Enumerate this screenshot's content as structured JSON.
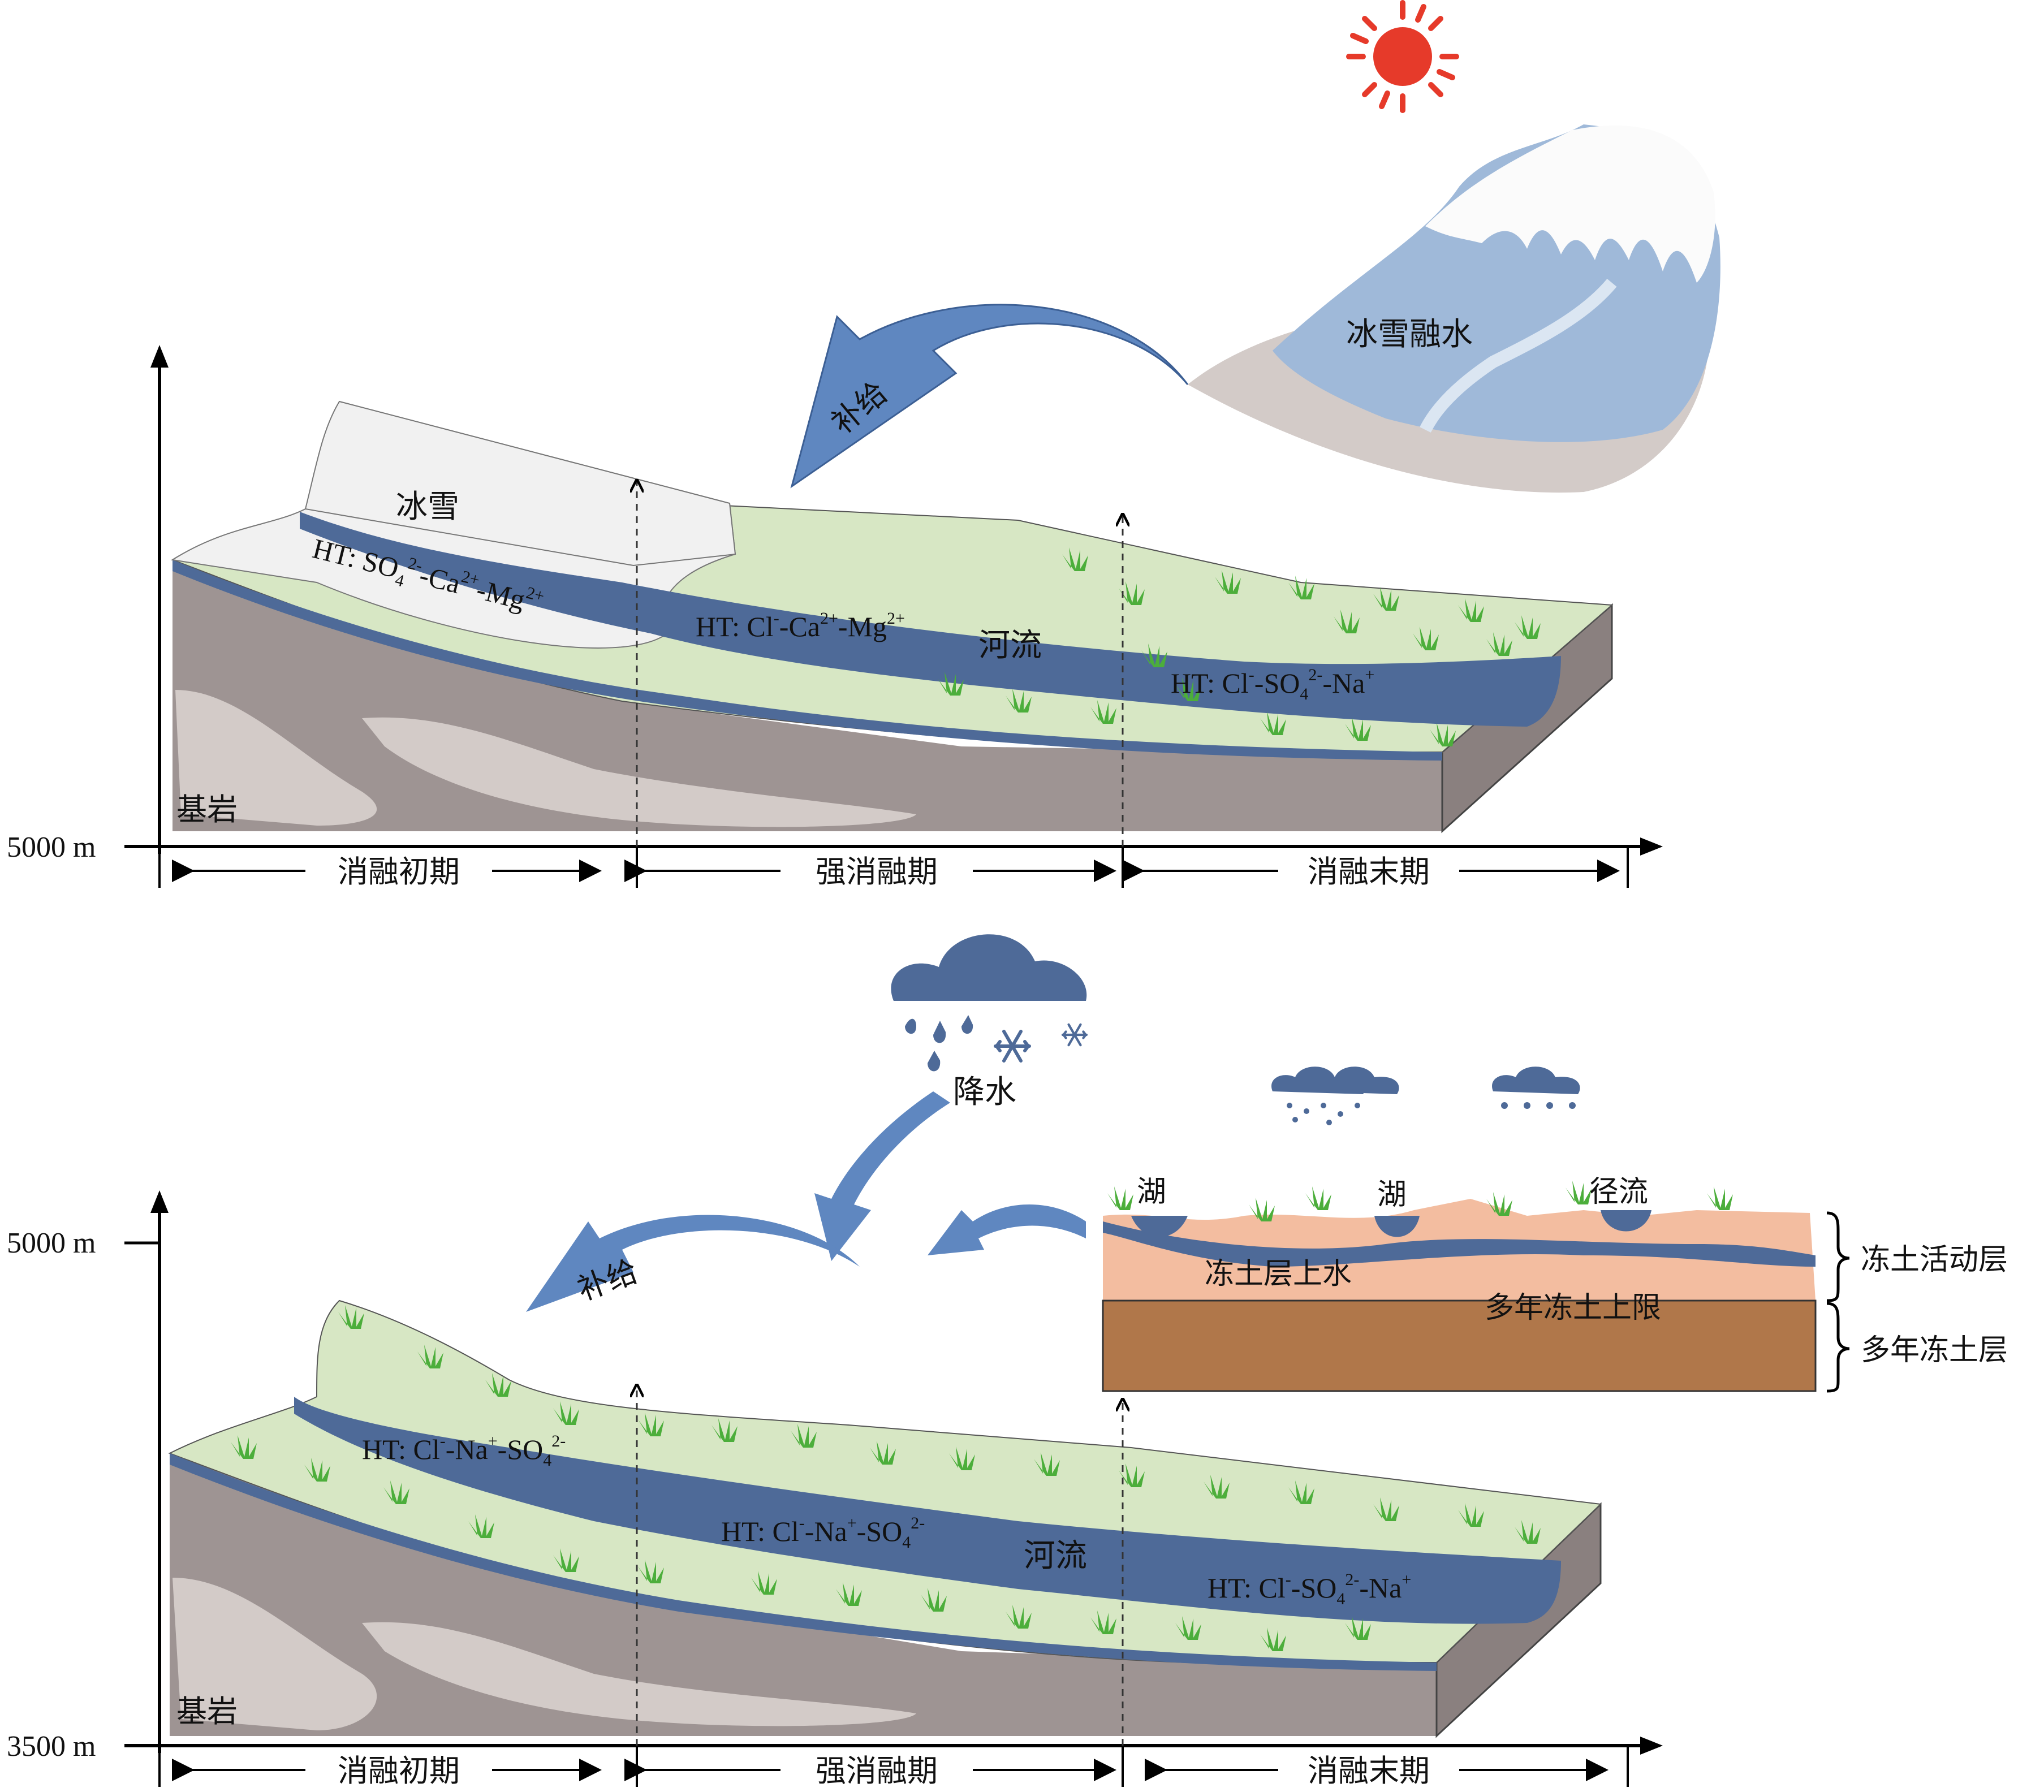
{
  "top_panel": {
    "elevation_label": "5000 m",
    "phases": [
      "消融初期",
      "强消融期",
      "消融末期"
    ],
    "snow_label": "冰雪",
    "river_label": "河流",
    "bedrock_label": "基岩",
    "recharge_label": "补给",
    "source_label": "冰雪融水",
    "hydrochem": [
      {
        "base": "HT: SO",
        "sub": "4",
        "sup": "2-",
        "rest": "-Ca",
        "rest_sup": "2+",
        "tail": "-Mg",
        "tail_sup": "2+"
      },
      {
        "base": "HT: Cl",
        "sup": "-",
        "rest": "-Ca",
        "rest_sup": "2+",
        "tail": "-Mg",
        "tail_sup": "2+"
      },
      {
        "base": "HT: Cl",
        "sup": "-",
        "rest": "-SO",
        "rest_sub": "4",
        "rest_sup": "2-",
        "tail": "-Na",
        "tail_sup": "+"
      }
    ]
  },
  "bottom_panel": {
    "top_elevation_label": "5000 m",
    "base_elevation_label": "3500 m",
    "phases": [
      "消融初期",
      "强消融期",
      "消融末期"
    ],
    "river_label": "河流",
    "bedrock_label": "基岩",
    "recharge_label": "补给",
    "precip_label": "降水",
    "hydrochem": [
      {
        "base": "HT: Cl",
        "sup": "-",
        "rest": "-Na",
        "rest_sup": "+",
        "tail": "-SO",
        "tail_sub": "4",
        "tail_sup": "2-"
      },
      {
        "base": "HT: Cl",
        "sup": "-",
        "rest": "-Na",
        "rest_sup": "+",
        "tail": "-SO",
        "tail_sub": "4",
        "tail_sup": "2-"
      },
      {
        "base": "HT: Cl",
        "sup": "-",
        "rest": "-SO",
        "rest_sub": "4",
        "rest_sup": "2-",
        "tail": "-Na",
        "tail_sup": "+"
      }
    ],
    "permafrost_inset": {
      "lake_1": "湖",
      "lake_2": "湖",
      "runoff": "径流",
      "suprapermafrost_water": "冻土层上水",
      "permafrost_table": "多年冻土上限",
      "active_layer": "冻土活动层",
      "permafrost_layer": "多年冻土层"
    }
  },
  "colors": {
    "sun": "#e63a2a",
    "snow": "#f1f1f1",
    "grass_land": "#d7e7c4",
    "river": "#4e6a98",
    "bedrock": "#9e9493",
    "bedrock_vein": "#d3cbc8",
    "arrow": "#5f87c0",
    "active_layer": "#f3bda0",
    "permafrost": "#b0774a",
    "grass": "#4cae3b",
    "cloud": "#4e6a98"
  }
}
